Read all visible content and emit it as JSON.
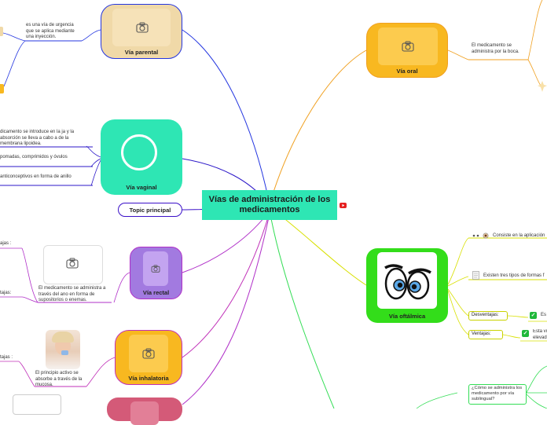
{
  "central": {
    "title": "Vías de administración de los medicamentos"
  },
  "topic": {
    "label": "Topic principal"
  },
  "branches": {
    "parental": {
      "label": "Vía parental",
      "desc": "es una vía de urgencia que se aplica mediante una inyección.",
      "color": "#2436e0",
      "fill": "#f0d9a8"
    },
    "vaginal": {
      "label": "Vía vaginal",
      "desc": "dicamento se introduce en la ja y la absorción se lleva a cabo a de la membrana lipoidea.",
      "form1": "pomadas, comprimidos y óvulos",
      "form2": "anticonceptivos en forma de anillo",
      "color": "#2b17c8",
      "fill": "#2ee6b4"
    },
    "rectal": {
      "label": "Vía rectal",
      "desc": "El medicamento se administra a través del ano en forma de supositorios o enemas.",
      "side1": "ajas :",
      "side2": "tajas:",
      "color": "#b030c8",
      "fill": "#a27ae0"
    },
    "inhalatoria": {
      "label": "Vía inhalatoria",
      "desc": "El principio activo se absorbe a través de la mucosa.",
      "side1": "tajas :",
      "color": "#c030b8",
      "fill": "#f8b820"
    },
    "oral": {
      "label": "Vía oral",
      "desc": "El medicamento se administra por la boca.",
      "color": "#f0a020",
      "fill": "#f8b820"
    },
    "oftalmica": {
      "label": "Vía oftálmica",
      "desc1": "Consiste en la aplicación",
      "desc2": "Existen tres tipos de formas f",
      "desventajas": "Desventajas:",
      "ventajas": "Ventajas:",
      "desv_item": "Es",
      "vent_item": "Esta vi elevad",
      "color": "#d8e000",
      "fill": "#33dd1a"
    },
    "sublingual": {
      "question": "¿Cómo se administra los medicamento por vía sublingual?",
      "color": "#44cc22"
    }
  },
  "icons": {
    "camera": "camera-icon",
    "youtube": "youtube-icon",
    "checkbox": "checkbox-icon",
    "note": "note-icon",
    "eyes": "eyes-icon"
  }
}
